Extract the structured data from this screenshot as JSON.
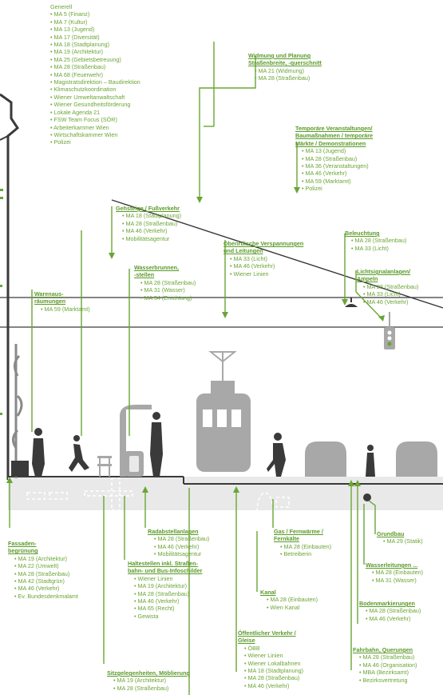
{
  "colors": {
    "green": "#6aa534",
    "gray": "#a8a8a8",
    "dark": "#3a3a3a",
    "pavement": "#e9e9e9"
  },
  "generell": {
    "title": "Generell",
    "items": [
      "MA 5 (Finanz)",
      "MA 7 (Kultur)",
      "MA 13 (Jugend)",
      "MA 17 (Diversität)",
      "MA 18 (Stadtplanung)",
      "MA 19 (Architektur)",
      "MA 25 (Gebietsbetreuung)",
      "MA 28 (Straßenbau)",
      "MA 68 (Feuerwehr)",
      "Magistratsdirektion – Baudirektion",
      "Klimaschutzkoordination",
      "Wiener Umweltanwaltschaft",
      "Wiener Gesundheitsförderung",
      "Lokale Agenda 21",
      "FSW Team Focus (SÖR)",
      "Arbeiterkammer Wien",
      "Wirtschaftskammer Wien",
      "Polizei"
    ]
  },
  "widmung": {
    "title1": "Widmung und Planung",
    "title2": "Straßenbreite, -querschnitt",
    "items": [
      "MA 21 (Widmung)",
      "MA 28 (Straßenbau)"
    ]
  },
  "temporaere": {
    "title1": "Temporäre Veranstaltungen/",
    "title2": "Baumaßnahmen / temporäre",
    "title3": "Märkte / Demonstrationen",
    "items": [
      "MA 13 (Jugend)",
      "MA 28 (Straßenbau)",
      "MA 36 (Veranstaltungen)",
      "MA 46 (Verkehr)",
      "MA 59 (Marktamt)",
      "Polizei"
    ]
  },
  "gehsteige": {
    "title": "Gehsteige / Fußverkehr",
    "items": [
      "MA 18 (Stadtplanung)",
      "MA 28 (Straßenbau)",
      "MA 46 (Verkehr)",
      "Mobilitätsagentur"
    ]
  },
  "oberirdisch": {
    "title1": "Oberirdische Verspannungen",
    "title2": "und Leitungen",
    "items": [
      "MA 33 (Licht)",
      "MA 46 (Verkehr)",
      "Wiener Linien"
    ]
  },
  "beleuchtung": {
    "title": "Beleuchtung",
    "items": [
      "MA 28 (Straßenbau)",
      "MA 33 (Licht)"
    ]
  },
  "lichtsignal": {
    "title1": "Lichtsignalanlagen/",
    "title2": "Ampeln",
    "items": [
      "MA 28 (Straßenbau)",
      "MA 33 (Licht)",
      "MA 46 (Verkehr)"
    ]
  },
  "wasser": {
    "title1": "Wasserbrunnen,",
    "title2": "-stellen",
    "items": [
      "MA 28 (Straßenbau)",
      "MA 31 (Wasser)",
      "MA 34 (Errichtung)"
    ]
  },
  "waren": {
    "title1": "Warenaus-",
    "title2": "räumungen",
    "items": [
      "MA 59 (Marktamt)"
    ]
  },
  "fassaden": {
    "title1": "Fassaden-",
    "title2": "begrünung",
    "items": [
      "MA 19 (Architektur)",
      "MA 22 (Umwelt)",
      "MA 28 (Straßenbau)",
      "MA 42 (Stadtgrün)",
      "MA 46 (Verkehr)",
      "Ev. Bundesdenkmalamt"
    ]
  },
  "radabstell": {
    "title": "Radabstellanlagen",
    "items": [
      "MA 28 (Straßenbau)",
      "MA 46 (Verkehr)",
      "Mobilitätsagentur"
    ]
  },
  "haltestellen": {
    "title1": "Haltestellen inkl. Straßen-",
    "title2": "bahn- und Bus-Infoschilder",
    "items": [
      "Wiener Linien",
      "MA 19 (Architektur)",
      "MA 28 (Straßenbau)",
      "MA 46 (Verkehr)",
      "MA 65 (Recht)",
      "Gewista"
    ]
  },
  "sitz": {
    "title": "Sitzgelegenheiten, Möblierung",
    "items": [
      "MA 19 (Architektur)",
      "MA 28 (Straßenbau)"
    ]
  },
  "gas": {
    "title1": "Gas / Fernwärme /",
    "title2": "Fernkälte",
    "items": [
      "MA 28 (Einbauten)",
      "Betreiberin"
    ]
  },
  "kanal": {
    "title": "Kanal",
    "items": [
      "MA 28 (Einbauten)",
      "Wien Kanal"
    ]
  },
  "oeffentlich": {
    "title1": "Öffentlicher Verkehr /",
    "title2": "Gleise",
    "items": [
      "ÖBB",
      "Wiener Linien",
      "Wiener Lokalbahnen",
      "MA 18 (Stadtplanung)",
      "MA 28 (Straßenbau)",
      "MA 46 (Verkehr)"
    ]
  },
  "grundbau": {
    "title": "Grundbau",
    "items": [
      "MA 29 (Statik)"
    ]
  },
  "wasserleitungen": {
    "title": "Wasserleitungen ...",
    "items": [
      "MA 28 (Einbauten)",
      "MA 31 (Wasser)"
    ]
  },
  "bodenmarkierungen": {
    "title": "Bodenmarkierungen",
    "items": [
      "MA 28 (Straßenbau)",
      "MA 46 (Verkehr)"
    ]
  },
  "fahrbahn": {
    "title": "Fahrbahn, Querungen",
    "items": [
      "MA 28 (Straßenbau)",
      "MA 46 (Organisation)",
      "MBA (Bezirksamt)",
      "Bezirksvertretung"
    ]
  }
}
